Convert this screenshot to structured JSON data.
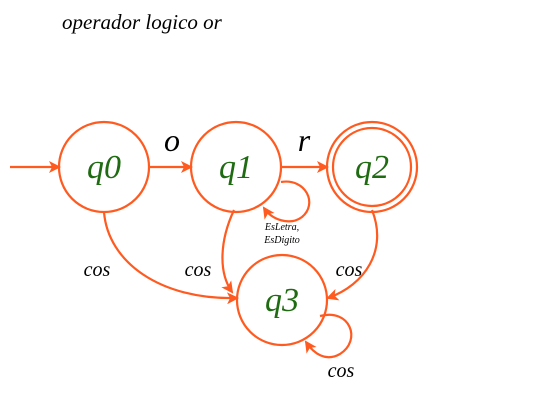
{
  "title": "operador logico or",
  "colors": {
    "edge": "#ff5a1f",
    "state_label": "#1f6b12",
    "text": "#000000"
  },
  "states": [
    {
      "id": "q0",
      "label": "q0",
      "accepting": false,
      "initial": true
    },
    {
      "id": "q1",
      "label": "q1",
      "accepting": false,
      "initial": false
    },
    {
      "id": "q2",
      "label": "q2",
      "accepting": true,
      "initial": false
    },
    {
      "id": "q3",
      "label": "q3",
      "accepting": false,
      "initial": false
    }
  ],
  "transitions": [
    {
      "from": "q0",
      "to": "q1",
      "label": "o"
    },
    {
      "from": "q1",
      "to": "q2",
      "label": "r"
    },
    {
      "from": "q1",
      "to": "q1",
      "label_lines": [
        "EsLetra,",
        "EsDigito"
      ]
    },
    {
      "from": "q0",
      "to": "q3",
      "label": "cos"
    },
    {
      "from": "q1",
      "to": "q3",
      "label": "cos"
    },
    {
      "from": "q2",
      "to": "q3",
      "label": "cos"
    },
    {
      "from": "q3",
      "to": "q3",
      "label": "cos"
    }
  ]
}
